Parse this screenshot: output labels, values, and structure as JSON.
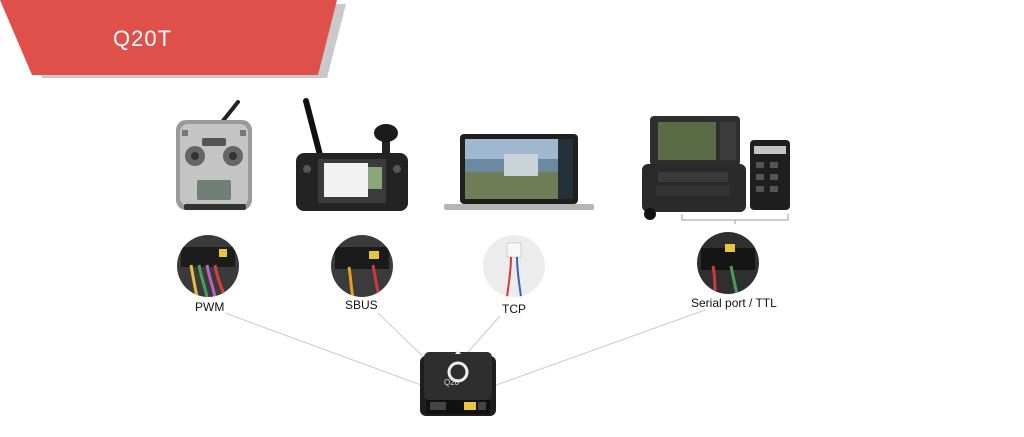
{
  "banner": {
    "title": "Q20T",
    "color": "#e0504a",
    "shadow": "#bdbdbd"
  },
  "interfaces": [
    {
      "label": "PWM",
      "device_icon": "rc-transmitter-icon"
    },
    {
      "label": "SBUS",
      "device_icon": "handheld-ground-station-icon"
    },
    {
      "label": "TCP",
      "device_icon": "laptop-icon"
    },
    {
      "label": "Serial port / TTL",
      "device_icon": "ground-control-case-icon"
    }
  ],
  "device": {
    "name": "Q20T",
    "mark": "Q20"
  },
  "colors": {
    "line": "#c8c8c8",
    "dark": "#2b2b2b",
    "pcb": "#1d1d1d"
  }
}
